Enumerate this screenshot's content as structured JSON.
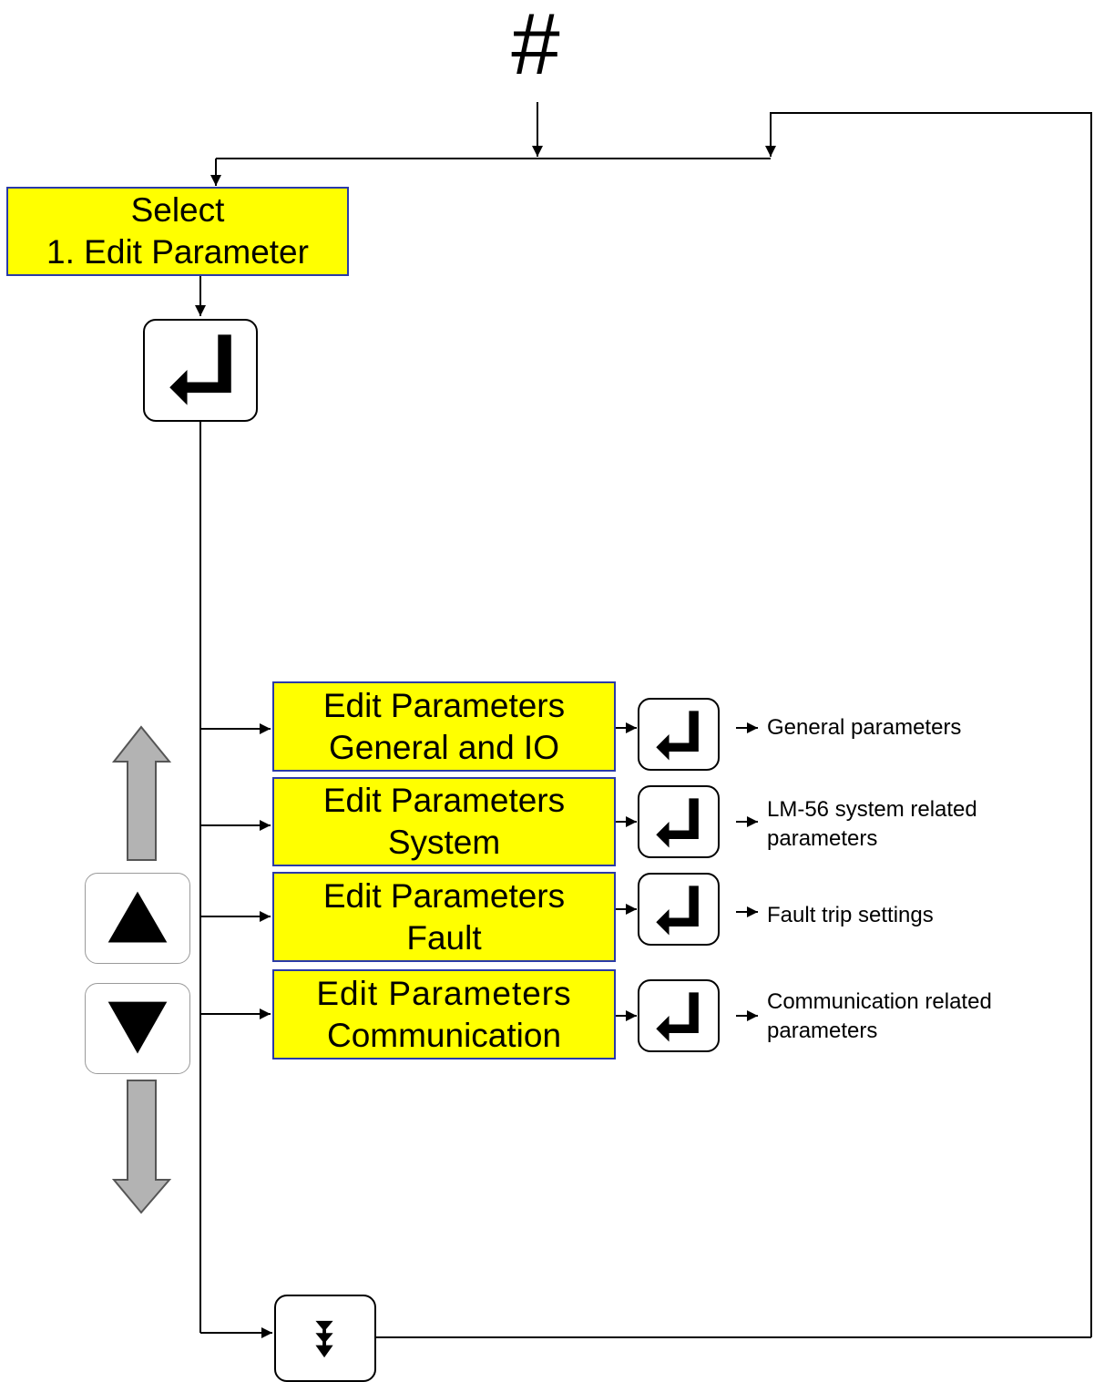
{
  "diagram": {
    "start_symbol": "#",
    "select_box": {
      "line1": "Select",
      "line2": "1. Edit Parameter"
    },
    "menu_items": [
      {
        "line1": "Edit Parameters",
        "line2": "General and IO",
        "description_line1": "General parameters",
        "description_line2": ""
      },
      {
        "line1": "Edit Parameters",
        "line2": "System",
        "description_line1": "LM-56 system related",
        "description_line2": "parameters"
      },
      {
        "line1": "Edit Parameters",
        "line2": "Fault",
        "description_line1": "Fault trip settings",
        "description_line2": ""
      },
      {
        "line1": "Edit Parameters",
        "line2": "Communication",
        "description_line1": "Communication related",
        "description_line2": "parameters"
      }
    ],
    "icons": [
      "enter-key-icon",
      "up-key-icon",
      "down-key-icon",
      "scroll-up-arrow-icon",
      "scroll-down-arrow-icon",
      "page-down-key-icon"
    ],
    "colors": {
      "lcd_background": "#ffff00",
      "lcd_border": "#2a3aa8",
      "scroll_arrow_fill": "#b3b3b3"
    }
  }
}
